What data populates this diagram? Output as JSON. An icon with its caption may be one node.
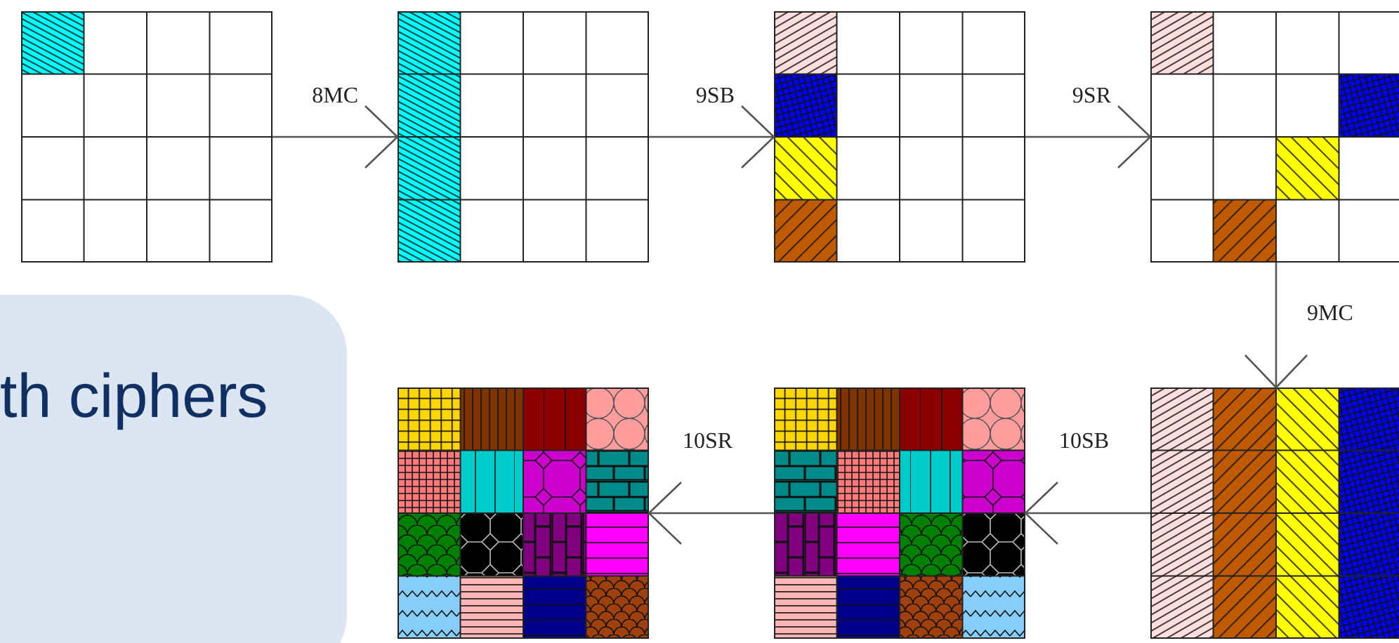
{
  "diagram": {
    "nodes": [
      {
        "text": [],
        "shape": "grid"
      },
      {
        "text": [],
        "shape": "grid"
      },
      {
        "text": [],
        "shape": "grid"
      },
      {
        "text": [],
        "shape": "grid"
      },
      {
        "text": [
          "th ciphers"
        ]
      },
      {
        "text": [],
        "shape": "grid"
      },
      {
        "text": [],
        "shape": "grid"
      },
      {
        "text": [],
        "shape": "grid"
      }
    ],
    "edges": [
      {
        "from": 0,
        "to": 1,
        "arrow": "to",
        "label": "8MC"
      },
      {
        "from": 1,
        "to": 2,
        "arrow": "to",
        "label": "9SB"
      },
      {
        "from": 2,
        "to": 3,
        "arrow": "to",
        "label": "9SR"
      },
      {
        "from": 3,
        "to": 7,
        "arrow": "to",
        "label": "9MC"
      },
      {
        "from": 7,
        "to": 6,
        "arrow": "to",
        "label": "10SB"
      },
      {
        "from": 6,
        "to": 5,
        "arrow": "to",
        "label": "10SR"
      }
    ]
  }
}
